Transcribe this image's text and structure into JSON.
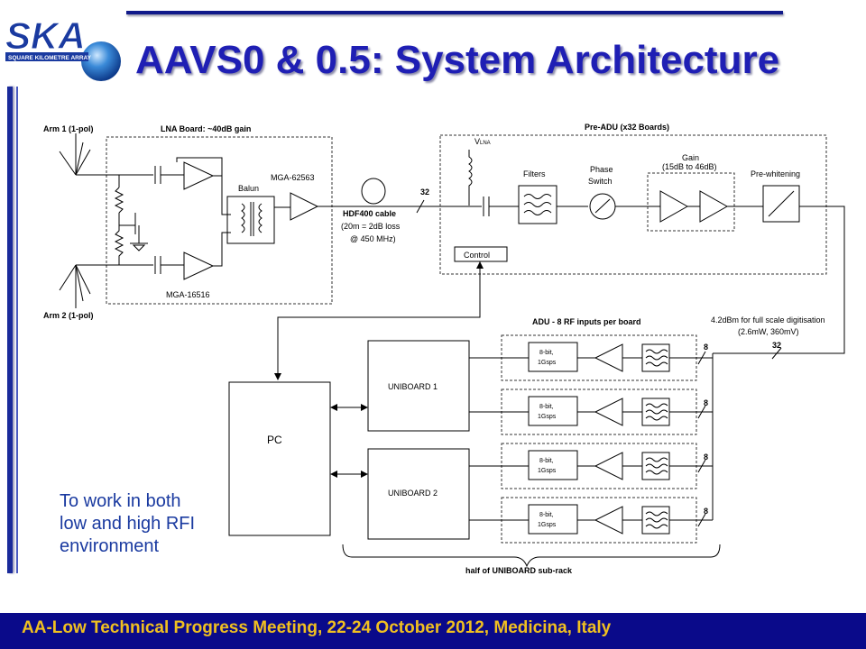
{
  "slide": {
    "title": "AAVS0 & 0.5: System Architecture",
    "footer": "AA-Low Technical Progress Meeting, 22-24 October 2012, Medicina, Italy",
    "note_lines": [
      "To work in both",
      "low and high RFI",
      "environment"
    ]
  },
  "logo": {
    "text": "SKA",
    "subtext": "SQUARE KILOMETRE ARRAY",
    "colors": {
      "letters": "#1a3aa0",
      "globe": "#3a8ad8"
    }
  },
  "colors": {
    "title": "#1f1fb4",
    "footer_bg": "#0a0a8a",
    "footer_text": "#f0c020",
    "note": "#1a3aa0"
  },
  "diagram": {
    "arm1": "Arm 1 (1-pol)",
    "arm2": "Arm 2 (1-pol)",
    "lna_board": "LNA Board: ~40dB gain",
    "balun": "Balun",
    "mga62563": "MGA-62563",
    "mga16516": "MGA-16516",
    "cable_title": "HDF400 cable",
    "cable_line2": "(20m = 2dB loss",
    "cable_line3": "@ 450 MHz)",
    "count_32a": "32",
    "pre_adu": "Pre-ADU (x32 Boards)",
    "vlna_v": "V",
    "vlna_sub": "LNA",
    "filters": "Filters",
    "phase1": "Phase",
    "phase2": "Switch",
    "gain1": "Gain",
    "gain2": "(15dB to 46dB)",
    "prewhitening": "Pre-whitening",
    "control": "Control",
    "adu_title": "ADU - 8 RF inputs per board",
    "fullscale1": "4.2dBm for full scale digitisation",
    "fullscale2": "(2.6mW, 360mV)",
    "count_32b": "32",
    "pc": "PC",
    "uniboard1": "UNIBOARD 1",
    "uniboard2": "UNIBOARD 2",
    "adc1": "8-bit,",
    "adc2": "1Gsps",
    "count_8": "8",
    "subrack": "half of UNIBOARD sub-rack"
  }
}
